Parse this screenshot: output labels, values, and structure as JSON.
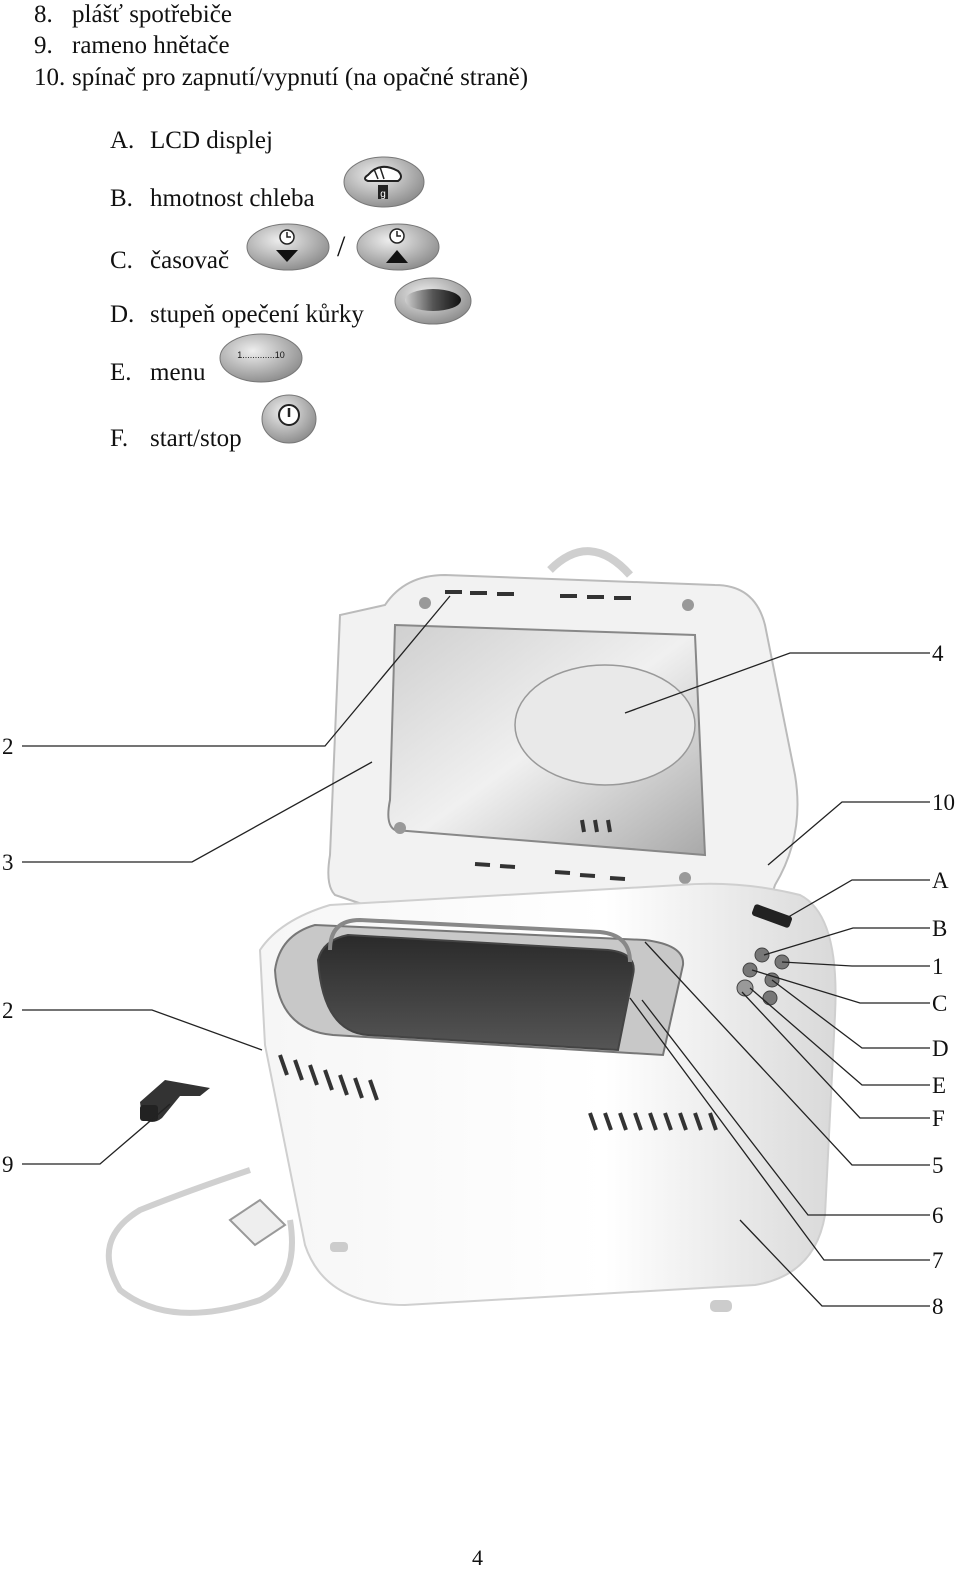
{
  "parts_list": [
    {
      "num": "8.",
      "text": "plášť spotřebiče"
    },
    {
      "num": "9.",
      "text": "rameno hnětače"
    },
    {
      "num": "10.",
      "text": "spínač pro zapnutí/vypnutí (na opačné straně)"
    }
  ],
  "controls_list": [
    {
      "letter": "A.",
      "text": "LCD displej"
    },
    {
      "letter": "B.",
      "text": "hmotnost chleba"
    },
    {
      "letter": "C.",
      "text": "časovač"
    },
    {
      "letter": "D.",
      "text": "stupeň opečení kůrky"
    },
    {
      "letter": "E.",
      "text": "menu"
    },
    {
      "letter": "F.",
      "text": "start/stop"
    }
  ],
  "timer_separator": "/",
  "menu_button_text": "1.............10",
  "weight_button_glyph": "g",
  "callouts_right": [
    "4",
    "10",
    "A",
    "B",
    "1",
    "C",
    "D",
    "E",
    "F",
    "5",
    "6",
    "7",
    "8"
  ],
  "callouts_left": [
    "2",
    "3",
    "2",
    "9"
  ],
  "page_number": "4",
  "icons": {
    "weight": "bread-weight-icon",
    "timer_down": "clock-down-icon",
    "timer_up": "clock-up-icon",
    "crust": "crust-oval-icon",
    "menu": "menu-scale-icon",
    "start": "power-icon"
  }
}
